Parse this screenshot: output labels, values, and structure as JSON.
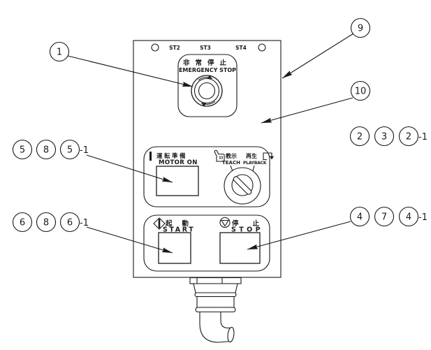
{
  "figure": {
    "description": "Technical outline drawing of a pendant control panel with emergency stop, mode key switch, start/stop buttons and bottom cable gland, annotated with numbered callout balloons"
  },
  "panel": {
    "station_labels": [
      "ST2",
      "ST3",
      "ST4"
    ],
    "emergency_stop": {
      "label_jp": "非常停止",
      "label_en": "EMERGENCY STOP"
    },
    "motor_on": {
      "label_jp": "運転準備",
      "label_en": "MOTOR ON"
    },
    "mode_selector": {
      "teach_jp": "教示",
      "teach_en": "TEACH",
      "playback_jp": "再生",
      "playback_en": "PLAYBACK"
    },
    "start": {
      "label_jp": "起動",
      "label_en": "START"
    },
    "stop": {
      "label_jp": "停止",
      "label_en": "STOP"
    }
  },
  "callouts": {
    "c1": "1",
    "c9": "9",
    "c10": "10",
    "motor_row": {
      "items": [
        "5",
        "8",
        "5"
      ],
      "suffix": "-1"
    },
    "start_row": {
      "items": [
        "6",
        "8",
        "6"
      ],
      "suffix": "-1"
    },
    "mode_row": {
      "items": [
        "2",
        "3",
        "2"
      ],
      "suffix": "-1"
    },
    "stop_row": {
      "items": [
        "4",
        "7",
        "4"
      ],
      "suffix": "-1"
    }
  },
  "colors": {
    "ink": "#1a1a1a",
    "background": "#ffffff"
  }
}
